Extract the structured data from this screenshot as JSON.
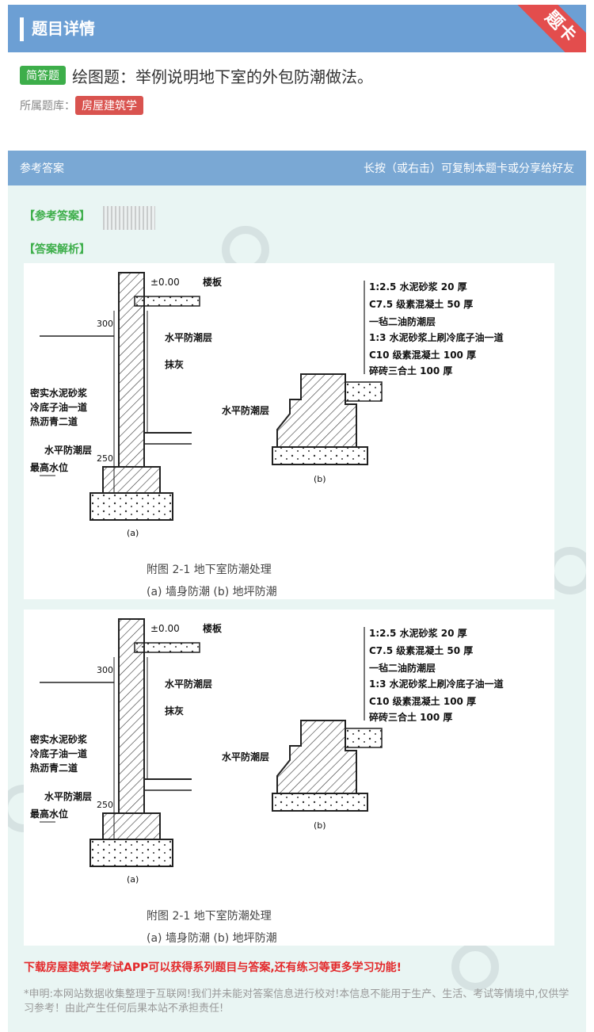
{
  "header": {
    "title": "题目详情",
    "ribbon": "题卡"
  },
  "question": {
    "type_badge": "简答题",
    "text": "绘图题：举例说明地下室的外包防潮做法。",
    "bank_label": "所属题库：",
    "bank_name": "房屋建筑学"
  },
  "answer": {
    "head_left": "参考答案",
    "head_right": "长按（或右击）可复制本题卡或分享给好友",
    "ref_label": "【参考答案】",
    "analysis_label": "【答案解析】"
  },
  "figure": {
    "left_labels": {
      "elev": "±0.00",
      "floor": "楼板",
      "dim300": "300",
      "hdp1": "水平防潮层",
      "plaster": "抹灰",
      "mortar": "密实水泥砂浆",
      "primer": "冷底子油一道",
      "asphalt": "热沥青二道",
      "hdp2": "水平防潮层",
      "dim250": "250",
      "water": "最高水位",
      "sub_a": "(a)"
    },
    "right_labels": [
      "1:2.5 水泥砂浆 20 厚",
      "C7.5 级素混凝土 50 厚",
      "一毡二油防潮层",
      "1:3 水泥砂浆上刷冷底子油一道",
      "C10 级素混凝土 100 厚",
      "碎砖三合土 100 厚"
    ],
    "right_hdp": "水平防潮层",
    "sub_b": "(b)",
    "caption1": "附图 2-1    地下室防潮处理",
    "caption2": "(a) 墙身防潮    (b) 地坪防潮"
  },
  "footer": {
    "download": "下载房屋建筑学考试APP可以获得系列题目与答案,还有练习等更多学习功能!",
    "disclaimer": "*申明:本网站数据收集整理于互联网!我们并未能对答案信息进行校对!本信息不能用于生产、生活、考试等情境中,仅供学习参考！由此产生任何后果本站不承担责任!"
  }
}
